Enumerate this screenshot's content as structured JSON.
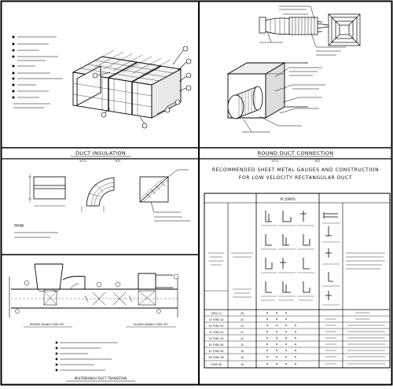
{
  "panels": {
    "duct_insulation": {
      "title": "DUCT INSULATION",
      "scale_left": "N.T.S.",
      "scale_right": "NTS"
    },
    "round_duct_connection": {
      "title": "ROUND DUCT CONNECTION",
      "scale_left": "N.T.S.",
      "scale_right": "NTS"
    },
    "duct_type": {
      "note_label": "TYP AIR",
      "note_line1": "ANGLE NOTE",
      "note_line2": "ABOVE NOTE INSULATION"
    },
    "multibranch": {
      "title": "MULTIBRANCH DUCT TRANSITION",
      "label_left": "RENDER BRANCH TAKE OFF",
      "label_right": "SQUARE BRANCH TAKE OFF"
    },
    "gauges": {
      "title_line1": "RECOMMENDED SHEET METAL GAUGES AND CONSTRUCTION",
      "title_line2": "FOR LOW VELOCITY RECTANGULAR DUCT",
      "at_joints": "AT JOINTS",
      "row_labels": [
        "THRU 12",
        "13 THRU 24",
        "25 THRU 30",
        "31 THRU 42",
        "43 THRU 54",
        "55 THRU 60",
        "61 THRU 84",
        "85 THRU 96",
        "OVER 96"
      ],
      "gauge_values": [
        "26",
        "24",
        "24",
        "22",
        "22",
        "20",
        "18",
        "18",
        "18"
      ]
    }
  }
}
